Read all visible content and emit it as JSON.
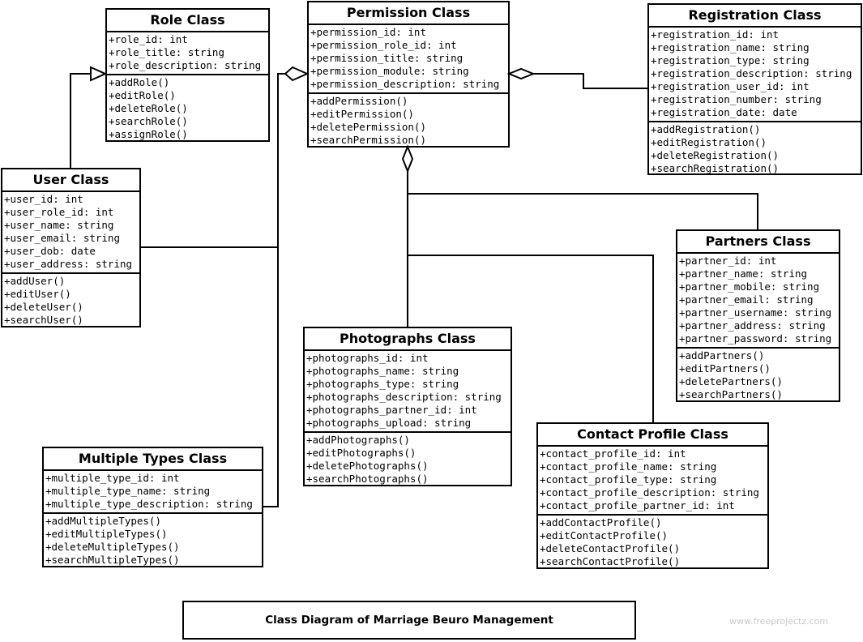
{
  "watermark": "www.freeprojectz.com",
  "diagram_title": "Class Diagram of Marriage Beuro Management",
  "classes": {
    "role": {
      "name": "Role Class",
      "attributes": [
        "+role_id: int",
        "+role_title: string",
        "+role_description: string"
      ],
      "methods": [
        "+addRole()",
        "+editRole()",
        "+deleteRole()",
        "+searchRole()",
        "+assignRole()"
      ]
    },
    "permission": {
      "name": "Permission Class",
      "attributes": [
        "+permission_id: int",
        "+permission_role_id: int",
        "+permission_title: string",
        "+permission_module: string",
        "+permission_description: string"
      ],
      "methods": [
        "+addPermission()",
        "+editPermission()",
        "+deletePermission()",
        "+searchPermission()"
      ]
    },
    "registration": {
      "name": "Registration Class",
      "attributes": [
        "+registration_id: int",
        "+registration_name: string",
        "+registration_type: string",
        "+registration_description: string",
        "+registration_user_id: int",
        "+registration_number: string",
        "+registration_date: date"
      ],
      "methods": [
        "+addRegistration()",
        "+editRegistration()",
        "+deleteRegistration()",
        "+searchRegistration()"
      ]
    },
    "user": {
      "name": "User Class",
      "attributes": [
        "+user_id: int",
        "+user_role_id: int",
        "+user_name: string",
        "+user_email: string",
        "+user_dob: date",
        "+user_address: string"
      ],
      "methods": [
        "+addUser()",
        "+editUser()",
        "+deleteUser()",
        "+searchUser()"
      ]
    },
    "partners": {
      "name": "Partners Class",
      "attributes": [
        "+partner_id: int",
        "+partner_name: string",
        "+partner_mobile: string",
        "+partner_email: string",
        "+partner_username: string",
        "+partner_address: string",
        "+partner_password: string"
      ],
      "methods": [
        "+addPartners()",
        "+editPartners()",
        "+deletePartners()",
        "+searchPartners()"
      ]
    },
    "photographs": {
      "name": "Photographs Class",
      "attributes": [
        "+photographs_id: int",
        "+photographs_name: string",
        "+photographs_type: string",
        "+photographs_description: string",
        "+photographs_partner_id: int",
        "+photographs_upload: string"
      ],
      "methods": [
        "+addPhotographs()",
        "+editPhotographs()",
        "+deletePhotographs()",
        "+searchPhotographs()"
      ]
    },
    "multiple_types": {
      "name": "Multiple Types Class",
      "attributes": [
        "+multiple_type_id: int",
        "+multiple_type_name: string",
        "+multiple_type_description: string"
      ],
      "methods": [
        "+addMultipleTypes()",
        "+editMultipleTypes()",
        "+deleteMultipleTypes()",
        "+searchMultipleTypes()"
      ]
    },
    "contact_profile": {
      "name": "Contact Profile Class",
      "attributes": [
        "+contact_profile_id: int",
        "+contact_profile_name: string",
        "+contact_profile_type: string",
        "+contact_profile_description: string",
        "+contact_profile_partner_id: int"
      ],
      "methods": [
        "+addContactProfile()",
        "+editContactProfile()",
        "+deleteContactProfile()",
        "+searchContactProfile()"
      ]
    }
  }
}
